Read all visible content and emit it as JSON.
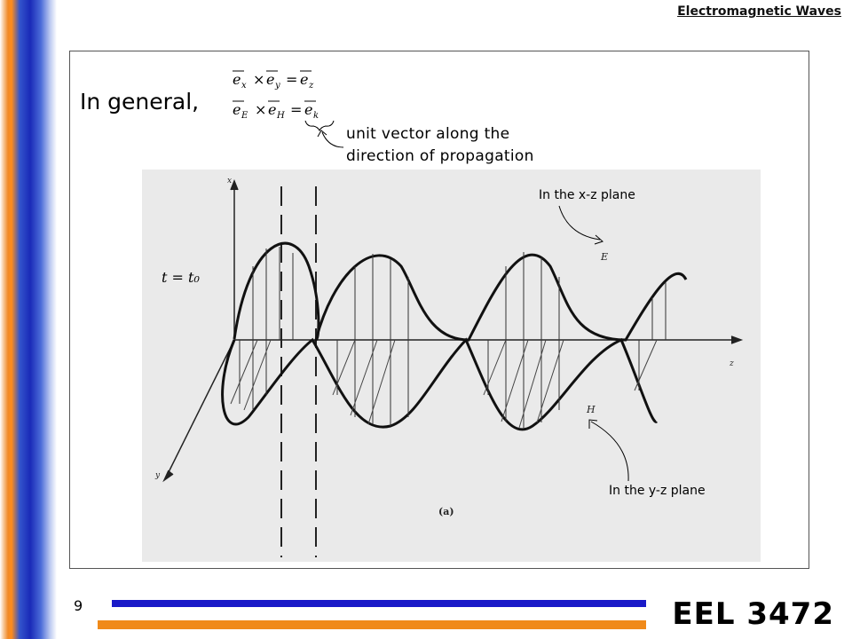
{
  "header": {
    "title": "Electromagnetic Waves"
  },
  "slide": {
    "intro": "In general,",
    "eq1": "ēₓ × ēᵧ = ē_z",
    "eq2": "ē_E × ē_H = ē_k",
    "unit_vector_line1": "unit vector along the",
    "unit_vector_line2": "direction of propagation",
    "xz_label": "In the x-z plane",
    "yz_label": "In the y-z plane",
    "time_label": "t = t₀",
    "figure_caption": "(a)",
    "axis_x": "x",
    "axis_y": "y",
    "axis_z": "z",
    "wave_E": "E",
    "wave_H": "H"
  },
  "footer": {
    "slide_number": "9",
    "course_code": "EEL 3472"
  },
  "colors": {
    "stripe_blue": "#1a2ab8",
    "stripe_orange": "#f08a28",
    "bar_blue": "#1a1ac8",
    "bar_orange": "#f08a1a",
    "figure_bg": "#eaeaea"
  }
}
